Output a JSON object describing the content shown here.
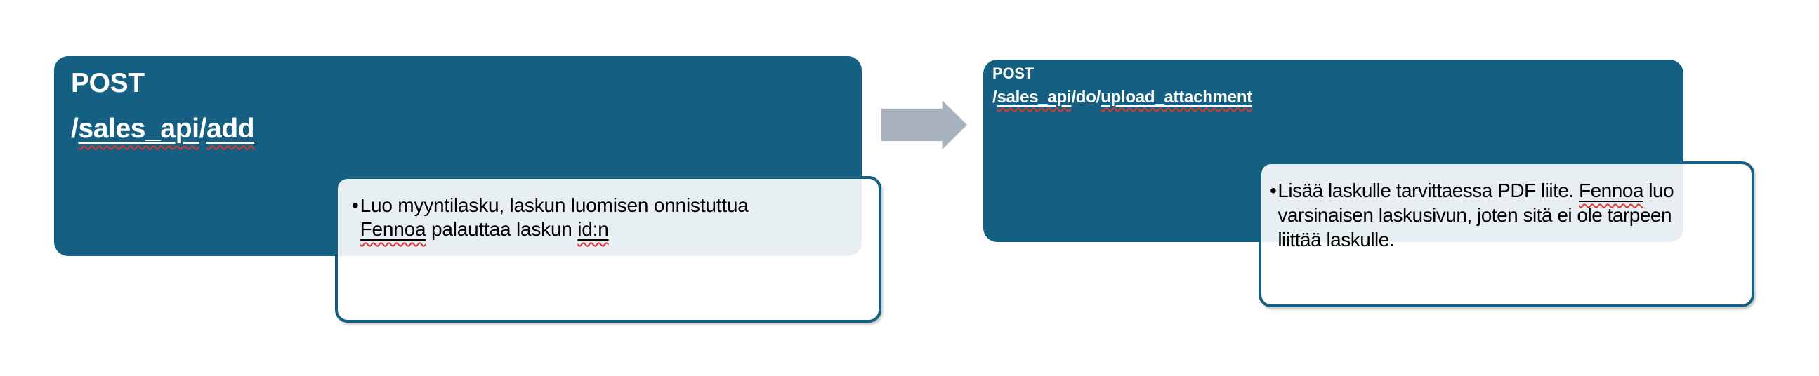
{
  "colors": {
    "box_fill": "#156082",
    "callout_border": "#156082",
    "callout_fill": "rgba(255,255,255,0.9)",
    "arrow_fill": "#a8b2bf",
    "squiggle": "#e0362b",
    "title_text": "#ffffff",
    "note_text": "#000000"
  },
  "arrow": {
    "icon": "right-arrow"
  },
  "endpoints": [
    {
      "method": "POST",
      "path": {
        "lines": [
          [
            {
              "t": "/"
            },
            {
              "t": "sales_api",
              "flag": true
            },
            {
              "t": "/"
            },
            {
              "t": "add",
              "flag": true
            }
          ]
        ]
      }
    },
    {
      "method": "POST",
      "path": {
        "lines": [
          [
            {
              "t": "/"
            },
            {
              "t": "sales_api",
              "flag": true
            },
            {
              "t": "/do/"
            },
            {
              "t": "upload_attachment",
              "flag": true
            }
          ]
        ]
      }
    }
  ],
  "notes": [
    {
      "bullet": "•",
      "text": {
        "lines": [
          [
            {
              "t": "Luo myyntilasku, laskun luomisen onnistuttua"
            }
          ],
          [
            {
              "t": "Fennoa",
              "flag": true
            },
            {
              "t": " palauttaa laskun "
            },
            {
              "t": "id:n",
              "flag": true
            }
          ]
        ]
      }
    },
    {
      "bullet": "•",
      "text": {
        "lines": [
          [
            {
              "t": "Lisää laskulle tarvittaessa PDF liite. "
            },
            {
              "t": "Fennoa",
              "flag": true
            },
            {
              "t": " luo"
            }
          ],
          [
            {
              "t": "varsinaisen laskusivun, joten sitä ei ole tarpeen"
            }
          ],
          [
            {
              "t": "liittää laskulle."
            }
          ]
        ]
      }
    }
  ]
}
